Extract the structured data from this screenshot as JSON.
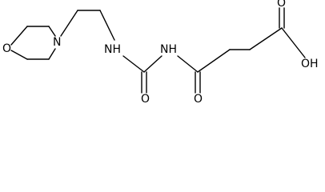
{
  "labels": {
    "morpholine_oxygen": "O",
    "morpholine_nitrogen": "N",
    "urea_nh_left": "NH",
    "urea_nh_right": "NH",
    "urea_carbonyl_oxygen": "O",
    "amide_carbonyl_oxygen": "O",
    "acid_carbonyl_oxygen": "O",
    "acid_hydroxyl": "OH"
  }
}
